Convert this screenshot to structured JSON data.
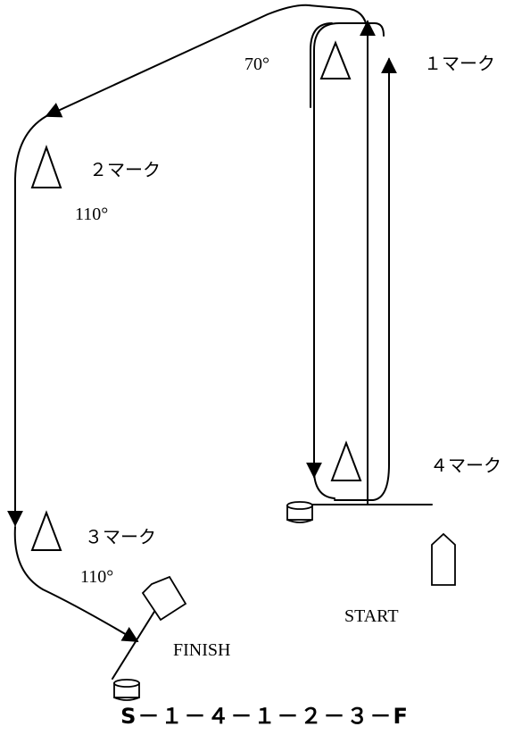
{
  "marks": {
    "mark1": "１マーク",
    "mark2": "２マーク",
    "mark3": "３マーク",
    "mark4": "４マーク"
  },
  "angles": {
    "angle_mark1": "70°",
    "angle_mark2": "110°",
    "angle_mark3": "110°"
  },
  "start_label": "START",
  "finish_label": "FINISH",
  "course_sequence": "S－１－４－１－２－３－F"
}
